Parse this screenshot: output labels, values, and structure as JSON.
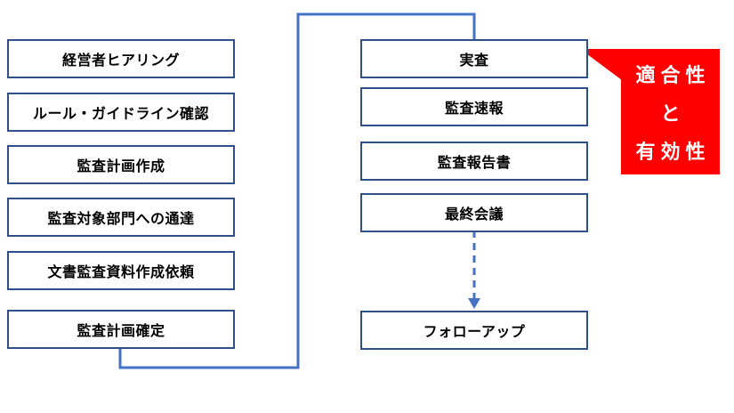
{
  "left_column": [
    "経営者ヒアリング",
    "ルール・ガイドライン確認",
    "監査計画作成",
    "監査対象部門への通達",
    "文書監査資料作成依頼",
    "監査計画確定"
  ],
  "right_column": [
    "実査",
    "監査速報",
    "監査報告書",
    "最終会議"
  ],
  "followup_box": "フォローアップ",
  "callout": {
    "line1": "適合性",
    "line2": "と",
    "line3": "有効性"
  },
  "colors": {
    "box_border": "#2f4f8a",
    "connector": "#4472c4",
    "callout": "#ff0000"
  }
}
